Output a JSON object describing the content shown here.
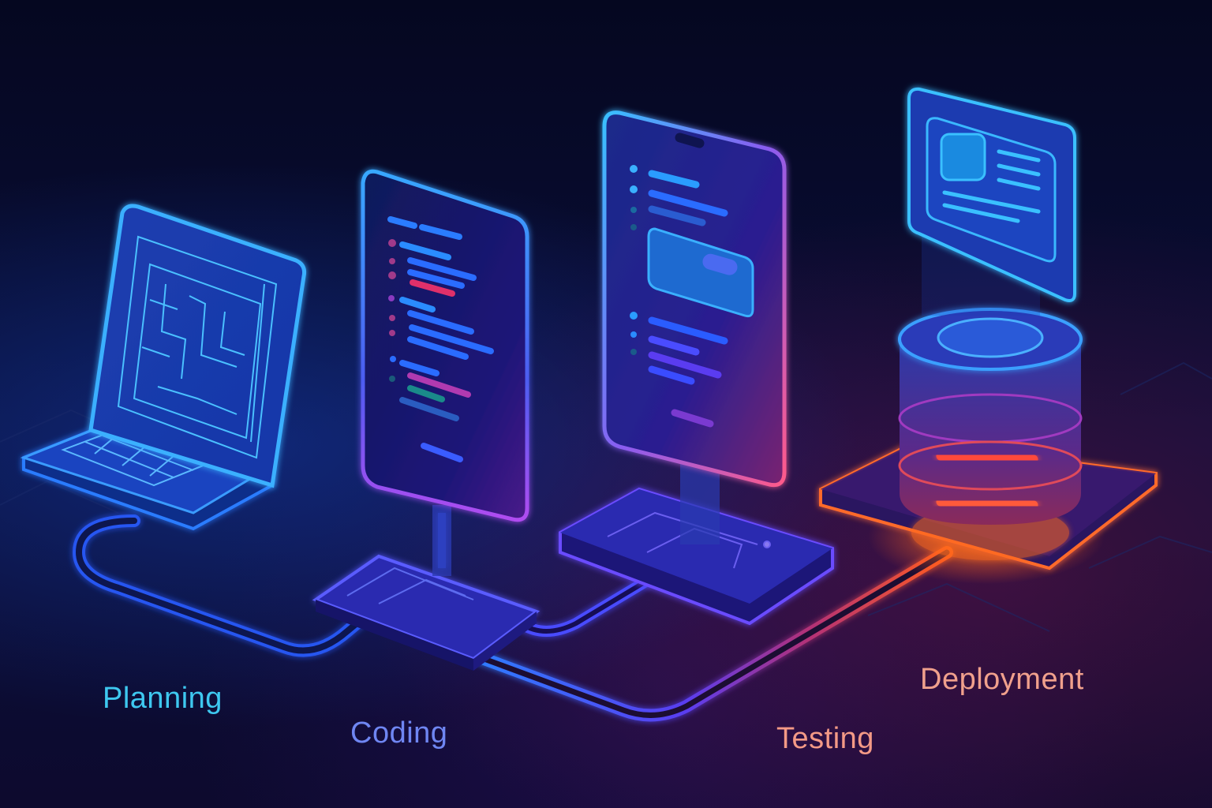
{
  "diagram": {
    "type": "pipeline",
    "style": "isometric neon illustration",
    "stages": [
      {
        "id": "planning",
        "label": "Planning",
        "icon": "laptop-blueprint-icon",
        "color": "#3ec8f0"
      },
      {
        "id": "coding",
        "label": "Coding",
        "icon": "code-tablet-icon",
        "color": "#6f86f2"
      },
      {
        "id": "testing",
        "label": "Testing",
        "icon": "mobile-app-icon",
        "color": "#f49a86"
      },
      {
        "id": "deployment",
        "label": "Deployment",
        "icon": "database-server-icon",
        "color": "#f0a08c"
      }
    ],
    "connections": [
      {
        "from": "planning",
        "to": "coding"
      },
      {
        "from": "coding",
        "to": "testing"
      },
      {
        "from": "testing",
        "to": "deployment"
      }
    ]
  },
  "colors": {
    "background": "#070a2a",
    "accent_blue": "#2e8bff",
    "accent_cyan": "#3ec8f0",
    "accent_purple": "#8a4cf0",
    "accent_orange": "#ff5a1f"
  }
}
